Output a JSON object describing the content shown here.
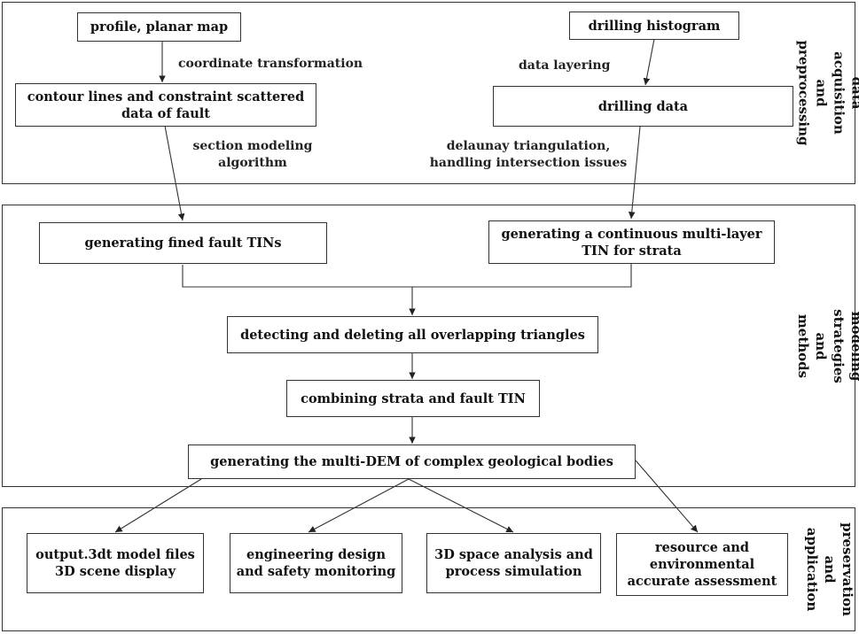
{
  "sections": {
    "acquisition": "data acquisition and\npreprocessing",
    "modeling": "modeling strategies and methods",
    "preservation": "preservation\nand application"
  },
  "nodes": {
    "profile_map": "profile, planar map",
    "drilling_histogram": "drilling histogram",
    "contour_lines": "contour lines and constraint scattered\ndata of fault",
    "drilling_data": "drilling data",
    "fault_tins": "generating fined fault TINs",
    "strata_tin": "generating a continuous multi-layer\nTIN for strata",
    "overlap": "detecting and deleting all overlapping triangles",
    "combine": "combining strata and fault TIN",
    "multi_dem": "generating the multi-DEM of complex geological bodies",
    "output_files": "output.3dt model files\n3D scene display",
    "engineering": "engineering design\nand safety monitoring",
    "space_analysis": "3D space analysis and\nprocess simulation",
    "resource": "resource and\nenvironmental\naccurate assessment"
  },
  "edge_labels": {
    "coordinate": "coordinate transformation",
    "layering": "data layering",
    "section_modeling": "section modeling\nalgorithm",
    "delaunay": "delaunay triangulation,\nhandling intersection issues"
  },
  "colors": {
    "line": "#333333",
    "text": "#111111"
  }
}
